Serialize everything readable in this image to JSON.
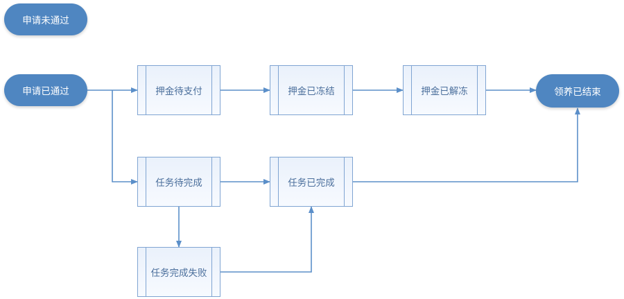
{
  "nodes": {
    "application_rejected": "申请未通过",
    "application_approved": "申请已通过",
    "deposit_pending_payment": "押金待支付",
    "deposit_frozen": "押金已冻结",
    "deposit_unfrozen": "押金已解冻",
    "adoption_ended": "领养已结束",
    "task_pending_completion": "任务待完成",
    "task_completed": "任务已完成",
    "task_completion_failed": "任务完成失败"
  },
  "colors": {
    "terminal_fill": "#4f86c1",
    "terminal_text": "#ffffff",
    "process_border": "#7fa4d2",
    "process_text": "#4b6f9c",
    "connector": "#5b8fc9"
  }
}
